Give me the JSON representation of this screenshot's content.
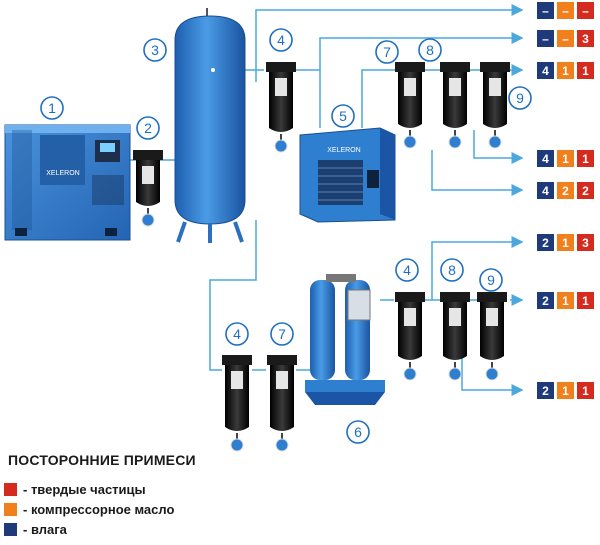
{
  "colors": {
    "solid": "#d42b1e",
    "oil": "#f07f1c",
    "moisture": "#1f3a7a",
    "line": "#4aa8dc",
    "equipment_blue": "#2f7fd0",
    "label_circle": "#1f6fc0",
    "filter_black": "#111111"
  },
  "component_labels": [
    "1",
    "2",
    "3",
    "4",
    "5",
    "6",
    "7",
    "8",
    "9"
  ],
  "outputs": [
    {
      "values": [
        "–",
        "–",
        "–"
      ]
    },
    {
      "values": [
        "–",
        "–",
        "3"
      ]
    },
    {
      "values": [
        "4",
        "1",
        "1"
      ]
    },
    {
      "values": [
        "4",
        "1",
        "1"
      ]
    },
    {
      "values": [
        "4",
        "2",
        "2"
      ]
    },
    {
      "values": [
        "2",
        "1",
        "3"
      ]
    },
    {
      "values": [
        "2",
        "1",
        "1"
      ]
    },
    {
      "values": [
        "2",
        "1",
        "1"
      ]
    }
  ],
  "equipment_text": {
    "compressor_brand": "XELERON",
    "dryer_brand": "XELERON"
  },
  "legend": {
    "title": "ПОСТОРОННИЕ ПРИМЕСИ",
    "items": [
      {
        "key": "solid",
        "label": "- твердые частицы",
        "color": "#d42b1e"
      },
      {
        "key": "oil",
        "label": "- компрессорное масло",
        "color": "#f07f1c"
      },
      {
        "key": "moisture",
        "label": "- влага",
        "color": "#1f3a7a"
      }
    ]
  }
}
